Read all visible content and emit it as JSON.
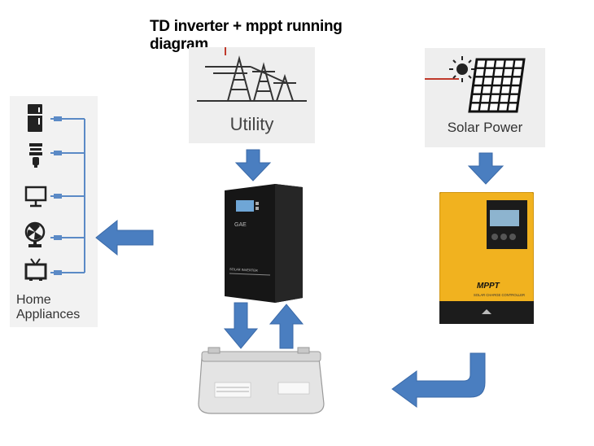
{
  "title": "TD inverter + mppt running diagram",
  "nodes": {
    "utility": {
      "label": "Utility"
    },
    "solar": {
      "label": "Solar Power"
    },
    "appliances": {
      "label_line1": "Home",
      "label_line2": "Appliances"
    },
    "inverter": {
      "brand": "GAE",
      "model_text": "SOLAR INVERTER"
    },
    "controller": {
      "brand": "MPPT",
      "subtitle": "SOLAR CHARGE CONTROLLER"
    },
    "battery": {}
  },
  "colors": {
    "arrow": "#4a7ec0",
    "controller": "#f1b21f",
    "inverter": "#141414",
    "accent_line": "#c0392b"
  }
}
